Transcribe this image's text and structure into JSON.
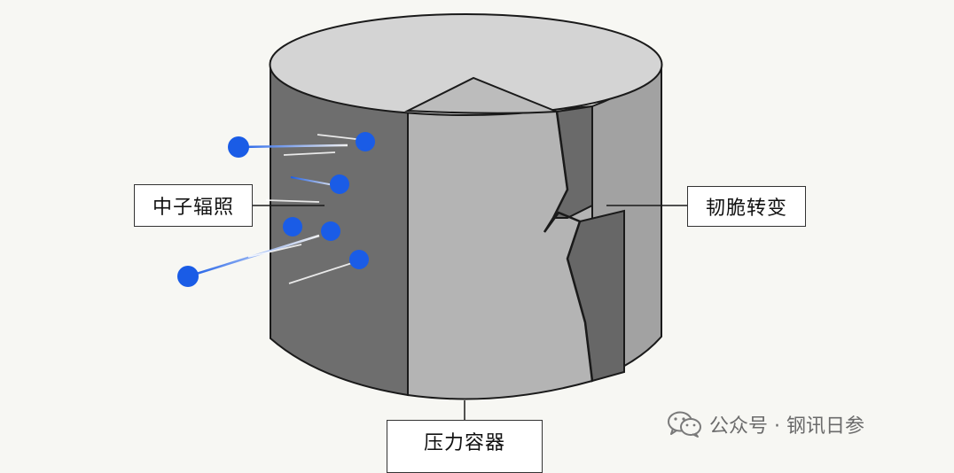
{
  "labels": {
    "left": "中子辐照",
    "right": "韧脆转变",
    "bottom": "压力容器"
  },
  "watermark": {
    "text": "公众号 · 钢讯日参",
    "icon": "wechat-icon"
  },
  "colors": {
    "background": "#f7f7f3",
    "cylinder_top": "#d4d4d4",
    "cylinder_left": "#6e6e6e",
    "cylinder_front": "#b4b4b4",
    "cylinder_right": "#9e9e9e",
    "crack_shadow": "#6a6a6a",
    "outline": "#1a1a1a",
    "neutron": "#1a5ce6"
  }
}
